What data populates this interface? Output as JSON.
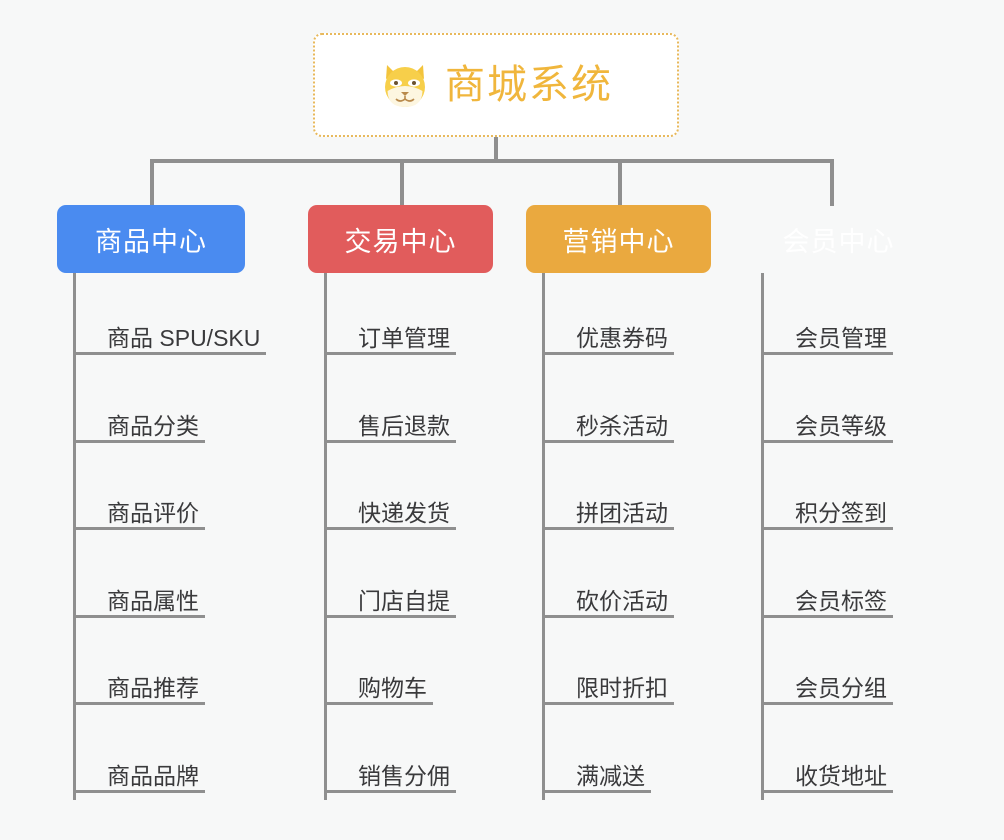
{
  "diagram": {
    "type": "mind-map",
    "background_color": "#f7f8f8",
    "root": {
      "title": "商城系统",
      "icon": "dog-face-emoji",
      "text_color": "#f0b63c",
      "border_color": "#e8b95c",
      "background_color": "#ffffff"
    },
    "connector_color": "#8f8f8f",
    "leaf_text_color": "#3a3a3c",
    "branches": [
      {
        "label": "商品中心",
        "color": "#4a8bf0",
        "items": [
          "商品 SPU/SKU",
          "商品分类",
          "商品评价",
          "商品属性",
          "商品推荐",
          "商品品牌"
        ]
      },
      {
        "label": "交易中心",
        "color": "#e15c5c",
        "items": [
          "订单管理",
          "售后退款",
          "快递发货",
          "门店自提",
          "购物车",
          "销售分佣"
        ]
      },
      {
        "label": "营销中心",
        "color": "#eaa93f",
        "items": [
          "优惠券码",
          "秒杀活动",
          "拼团活动",
          "砍价活动",
          "限时折扣",
          "满减送"
        ]
      },
      {
        "label": "会员中心",
        "color": "#79c council",
        "items": [
          "会员管理",
          "会员等级",
          "积分签到",
          "会员标签",
          "会员分组",
          "收货地址"
        ]
      }
    ]
  }
}
